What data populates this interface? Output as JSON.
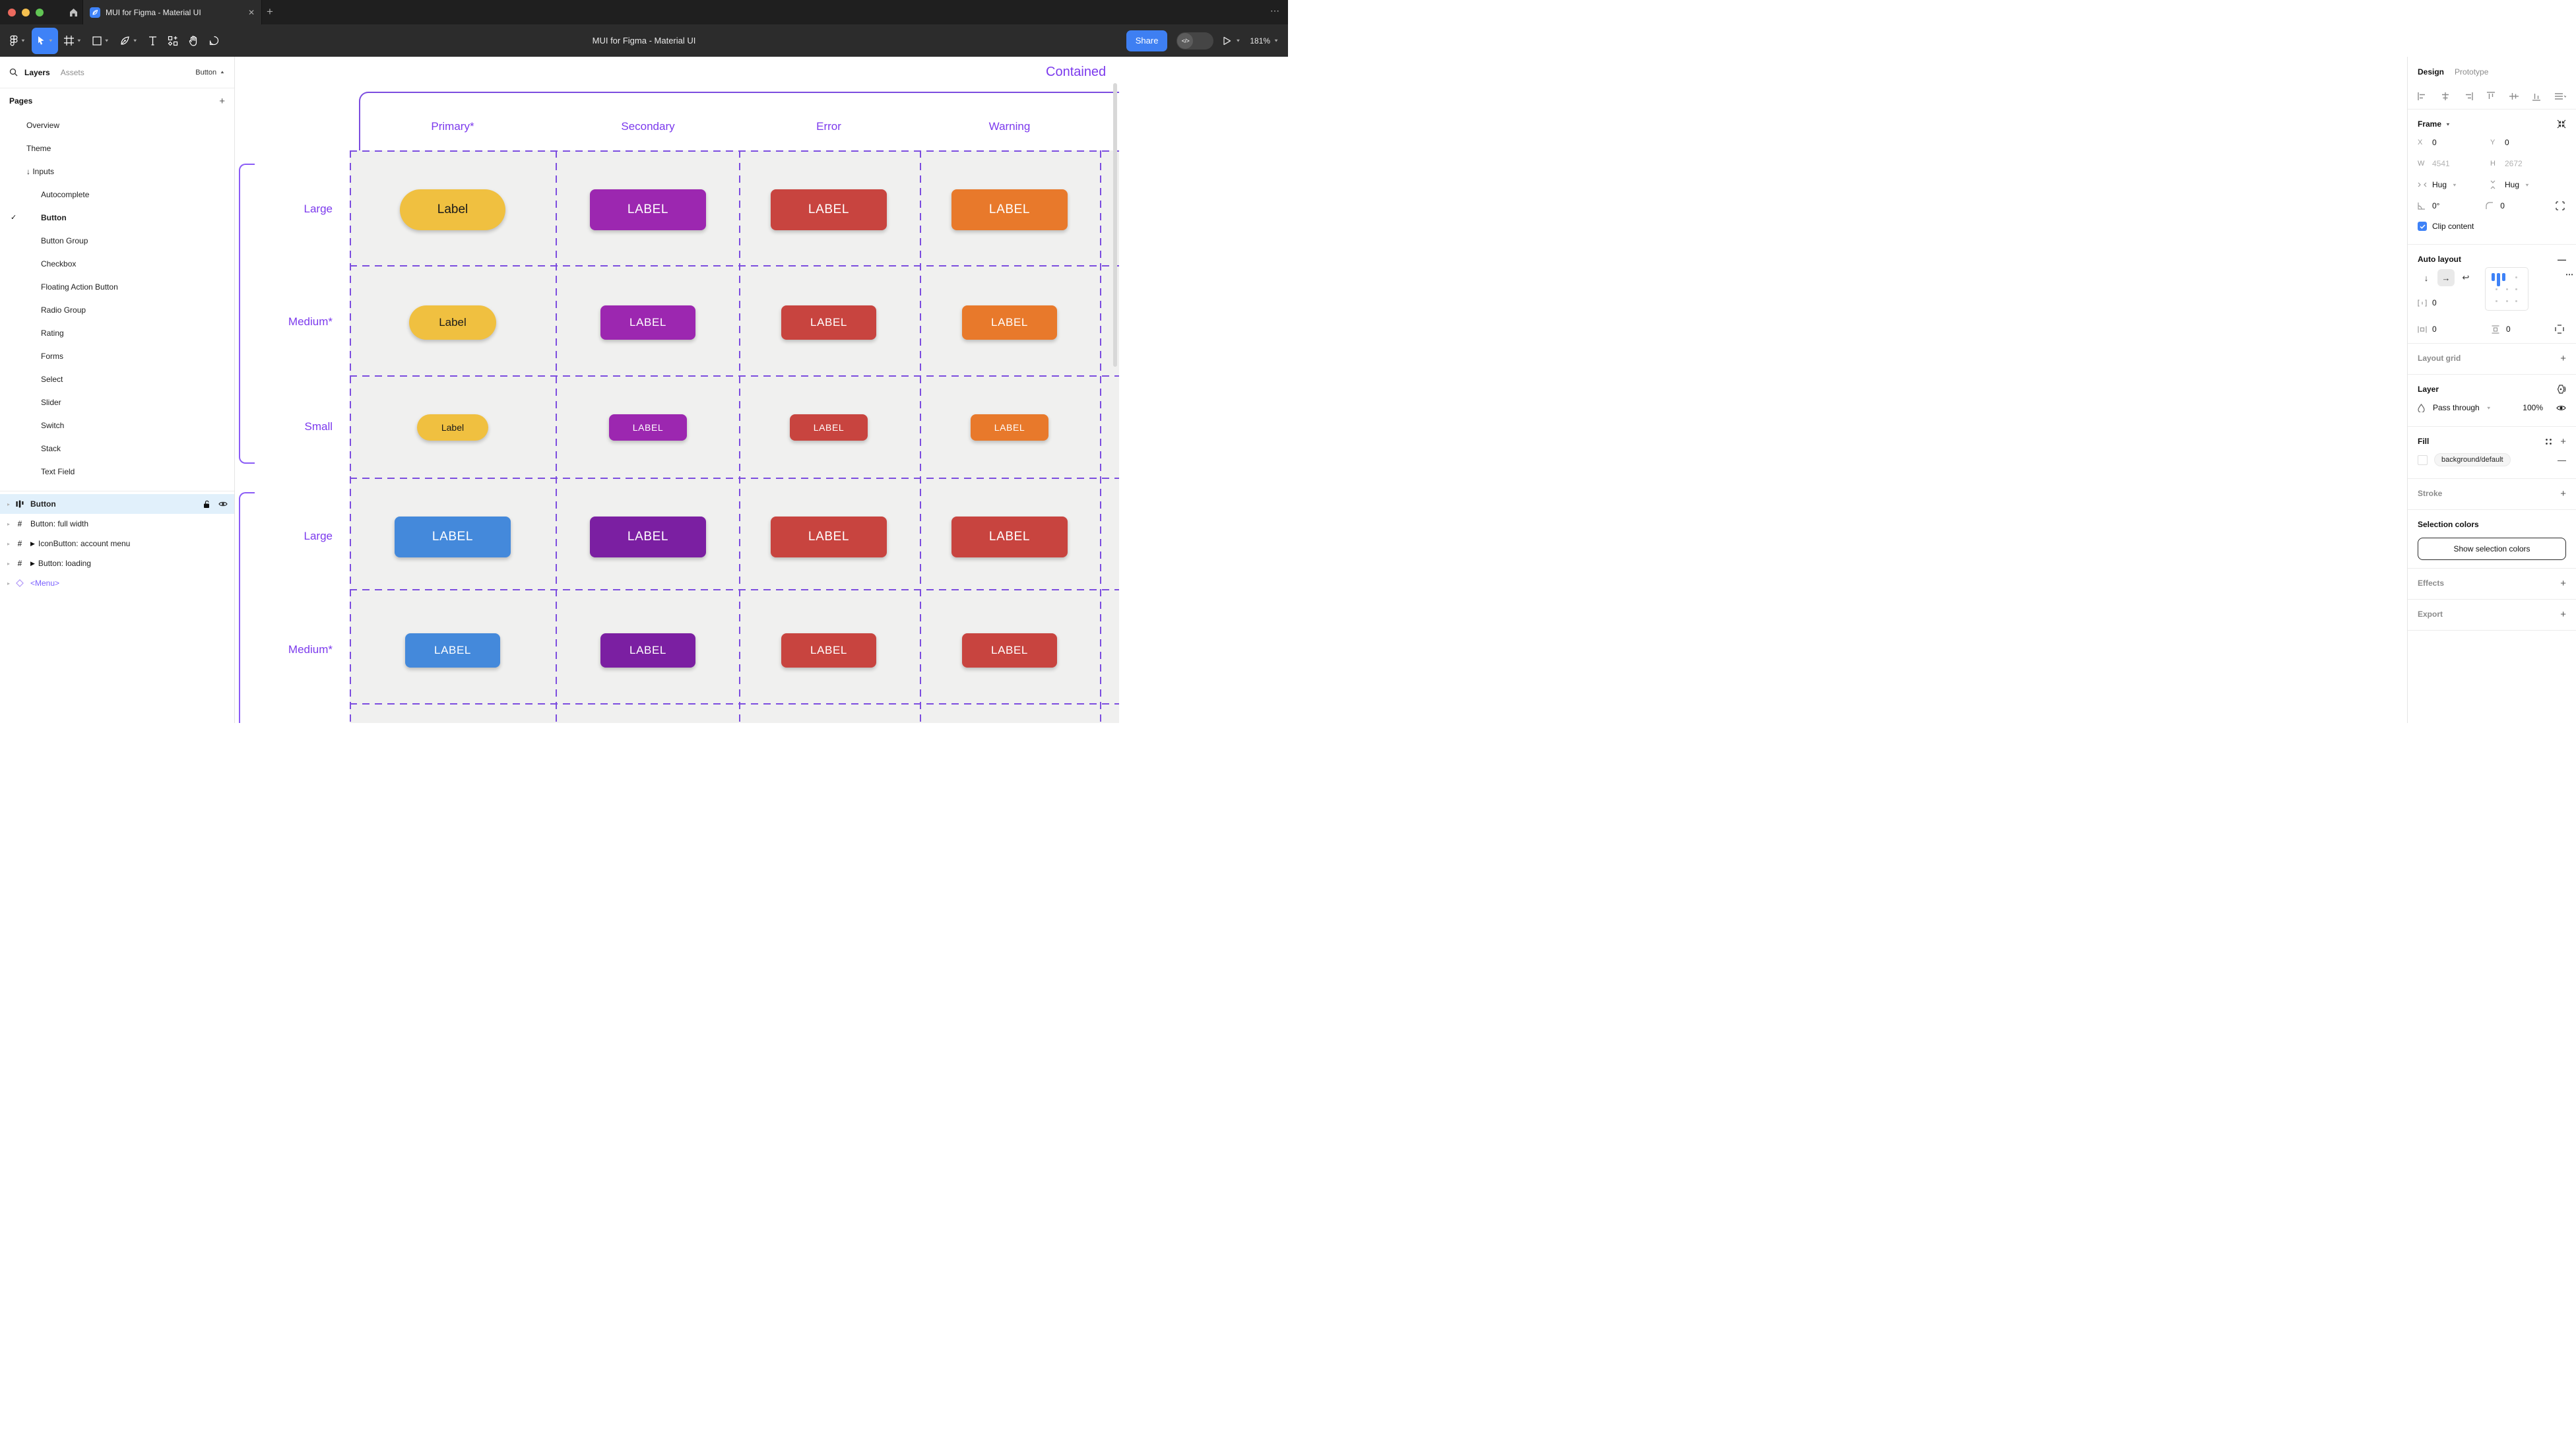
{
  "theme": {
    "accent_line": "#7C4DDF",
    "accent_text": "#7C3AED",
    "blue": "#3E82F7"
  },
  "window": {
    "tab_title": "MUI for Figma - Material UI",
    "close_label": "✕",
    "new_tab_label": "+",
    "more_label": "⋯"
  },
  "toolbar": {
    "document_title": "MUI for Figma - Material UI",
    "share_label": "Share",
    "dev_toggle_label": "</>",
    "zoom_level": "181%"
  },
  "sidebar": {
    "tabs": {
      "layers": "Layers",
      "assets": "Assets"
    },
    "page_dropdown": "Button",
    "pages_header": "Pages",
    "pages": [
      {
        "label": "Overview",
        "indent": 1
      },
      {
        "label": "Theme",
        "indent": 1
      },
      {
        "label": "↓ Inputs",
        "indent": 1
      },
      {
        "label": "Autocomplete",
        "indent": 2
      },
      {
        "label": "Button",
        "indent": 2,
        "checked": "✓",
        "bold": true
      },
      {
        "label": "Button Group",
        "indent": 2
      },
      {
        "label": "Checkbox",
        "indent": 2
      },
      {
        "label": "Floating Action Button",
        "indent": 2
      },
      {
        "label": "Radio Group",
        "indent": 2
      },
      {
        "label": "Rating",
        "indent": 2
      },
      {
        "label": "Forms",
        "indent": 2
      },
      {
        "label": "Select",
        "indent": 2
      },
      {
        "label": "Slider",
        "indent": 2
      },
      {
        "label": "Switch",
        "indent": 2
      },
      {
        "label": "Stack",
        "indent": 2
      },
      {
        "label": "Text Field",
        "indent": 2
      }
    ],
    "layers": [
      {
        "label": "Button",
        "icon": "autolayout",
        "selected": true
      },
      {
        "label": "Button: full width",
        "icon": "frame"
      },
      {
        "label": "IconButton: account menu",
        "icon": "frame",
        "prefix": "▶"
      },
      {
        "label": "Button: loading",
        "icon": "frame",
        "prefix": "▶"
      },
      {
        "label": "<Menu>",
        "icon": "component",
        "purple": true
      }
    ]
  },
  "canvas": {
    "frame_label": "Contained",
    "columns": [
      "Primary*",
      "Secondary",
      "Error",
      "Warning"
    ],
    "rows": [
      {
        "label": "Large",
        "cells": [
          {
            "label": "Label",
            "bg": "#F0C040",
            "fg": "#1A1A1A"
          },
          {
            "label": "LABEL",
            "bg": "#9C27B0",
            "fg": "#FFFFFF"
          },
          {
            "label": "LABEL",
            "bg": "#C8443F",
            "fg": "#FFFFFF"
          },
          {
            "label": "LABEL",
            "bg": "#E8792B",
            "fg": "#FFFFFF"
          }
        ]
      },
      {
        "label": "Medium*",
        "cells": [
          {
            "label": "Label",
            "bg": "#F0C040",
            "fg": "#1A1A1A"
          },
          {
            "label": "LABEL",
            "bg": "#9C27B0",
            "fg": "#FFFFFF"
          },
          {
            "label": "LABEL",
            "bg": "#C8443F",
            "fg": "#FFFFFF"
          },
          {
            "label": "LABEL",
            "bg": "#E8792B",
            "fg": "#FFFFFF"
          }
        ]
      },
      {
        "label": "Small",
        "cells": [
          {
            "label": "Label",
            "bg": "#F0C040",
            "fg": "#1A1A1A"
          },
          {
            "label": "LABEL",
            "bg": "#9C27B0",
            "fg": "#FFFFFF"
          },
          {
            "label": "LABEL",
            "bg": "#C8443F",
            "fg": "#FFFFFF"
          },
          {
            "label": "LABEL",
            "bg": "#E8792B",
            "fg": "#FFFFFF"
          }
        ]
      },
      {
        "label": "Large",
        "cells": [
          {
            "label": "LABEL",
            "bg": "#4489DB",
            "fg": "#FFFFFF"
          },
          {
            "label": "LABEL",
            "bg": "#7B1FA2",
            "fg": "#FFFFFF"
          },
          {
            "label": "LABEL",
            "bg": "#C8443F",
            "fg": "#FFFFFF"
          },
          {
            "label": "LABEL",
            "bg": "#C8443F",
            "fg": "#FFFFFF"
          }
        ]
      },
      {
        "label": "Medium*",
        "cells": [
          {
            "label": "LABEL",
            "bg": "#4489DB",
            "fg": "#FFFFFF"
          },
          {
            "label": "LABEL",
            "bg": "#7B1FA2",
            "fg": "#FFFFFF"
          },
          {
            "label": "LABEL",
            "bg": "#C8443F",
            "fg": "#FFFFFF"
          },
          {
            "label": "LABEL",
            "bg": "#C8443F",
            "fg": "#FFFFFF"
          }
        ]
      }
    ]
  },
  "panel": {
    "tabs": {
      "design": "Design",
      "prototype": "Prototype"
    },
    "frame": {
      "header": "Frame",
      "x_label": "X",
      "x": "0",
      "y_label": "Y",
      "y": "0",
      "w_label": "W",
      "w": "4541",
      "h_label": "H",
      "h": "2672",
      "hug_h": "Hug",
      "hug_v": "Hug",
      "angle": "0°",
      "radius": "0",
      "clip_label": "Clip content"
    },
    "auto_layout": {
      "header": "Auto layout",
      "gap": "0",
      "pad_h": "0",
      "pad_v": "0",
      "more": "⋯"
    },
    "layout_grid_header": "Layout grid",
    "layer": {
      "header": "Layer",
      "blend": "Pass through",
      "opacity": "100%"
    },
    "fill": {
      "header": "Fill",
      "token": "background/default"
    },
    "stroke_header": "Stroke",
    "selection_colors": {
      "header": "Selection colors",
      "button": "Show selection colors"
    },
    "effects_header": "Effects",
    "export_header": "Export"
  }
}
